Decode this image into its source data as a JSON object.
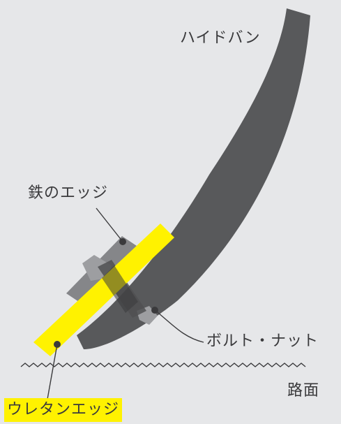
{
  "labels": {
    "blade": "ハイドバン",
    "steel_edge": "鉄のエッジ",
    "bolt_nut": "ボルト・ナット",
    "road": "路面",
    "urethane_edge": "ウレタンエッジ"
  },
  "colors": {
    "background": "#e6e7e9",
    "blade": "#58595b",
    "steel_edge": "#808184",
    "urethane_edge": "#fff200",
    "text": "#3a3a3c",
    "line": "#3a3a3c"
  }
}
